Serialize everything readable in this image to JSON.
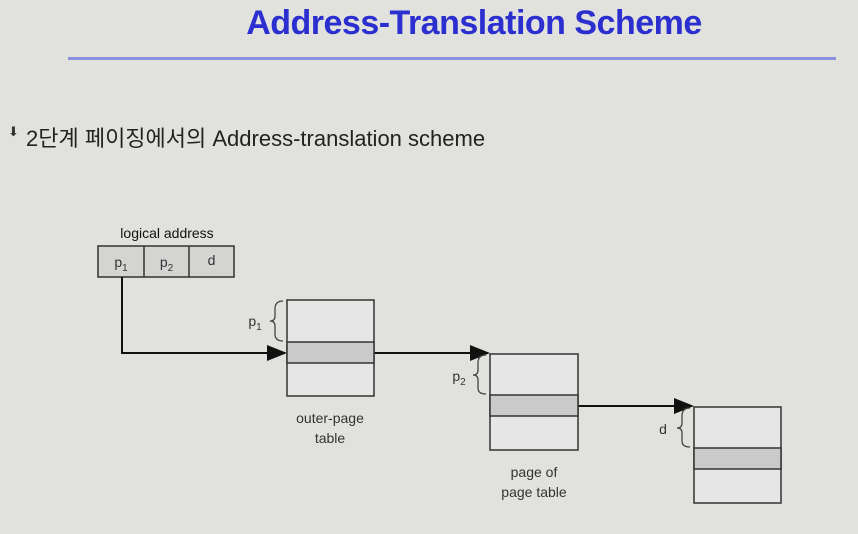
{
  "slide": {
    "title": "Address-Translation Scheme",
    "bullet_icon": "arrow-down-bullet-icon",
    "subtitle": "2단계 페이징에서의 Address-translation scheme"
  },
  "diagram": {
    "logical_address_label": "logical address",
    "fields": [
      "p1",
      "p2",
      "d"
    ],
    "p1_label": "p1",
    "p2_label": "p2",
    "d_label": "d",
    "outer_table_label": [
      "outer-page",
      "table"
    ],
    "page_table_label": [
      "page of",
      "page table"
    ]
  }
}
